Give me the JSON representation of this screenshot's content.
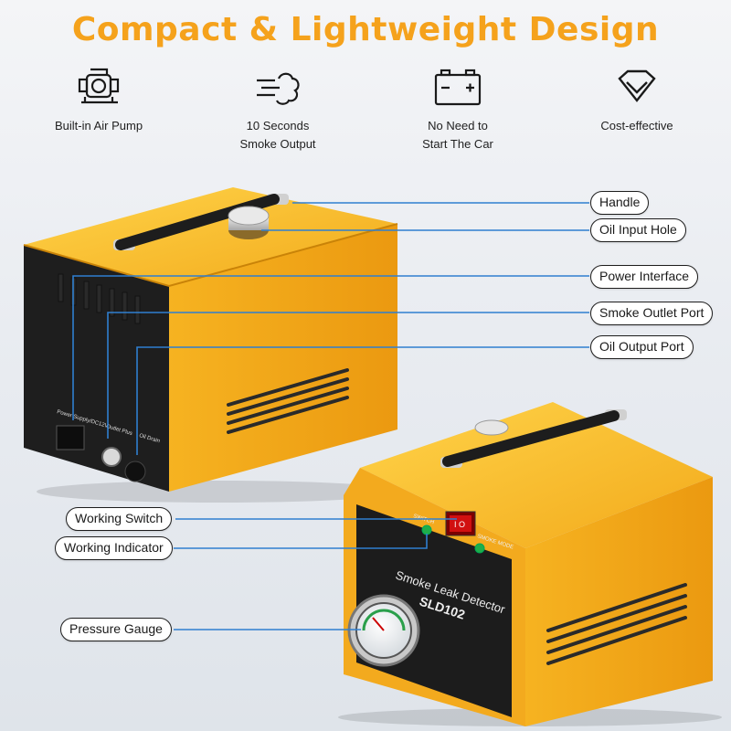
{
  "title": "Compact & Lightweight Design",
  "features": [
    {
      "icon": "air-pump-icon",
      "label": "Built-in Air Pump"
    },
    {
      "icon": "smoke-icon",
      "label": "10 Seconds\nSmoke Output"
    },
    {
      "icon": "car-battery-icon",
      "label": "No Need to\nStart The Car"
    },
    {
      "icon": "diamond-icon",
      "label": "Cost-effective"
    }
  ],
  "callouts": {
    "handle": "Handle",
    "oil_input_hole": "Oil Input Hole",
    "power_interface": "Power Interface",
    "smoke_outlet_port": "Smoke Outlet Port",
    "oil_output_port": "Oil Output Port",
    "working_switch": "Working Switch",
    "working_indicator": "Working Indicator",
    "pressure_gauge": "Pressure Gauge"
  },
  "device": {
    "back_labels": {
      "power": "Power Supply/DC12V",
      "outlet": "Outlet Plus",
      "drain": "Oil Drain"
    },
    "front_panel": {
      "name": "Smoke Leak Detector",
      "model": "SLD102",
      "switch_label": "SWITCH",
      "mode_label": "SMOKE MODE",
      "switch_mark": "I O"
    }
  },
  "colors": {
    "accent": "#f5a21c",
    "body": "#f4ac1e",
    "panel": "#1c1c1c",
    "line": "#2f7fd0"
  }
}
